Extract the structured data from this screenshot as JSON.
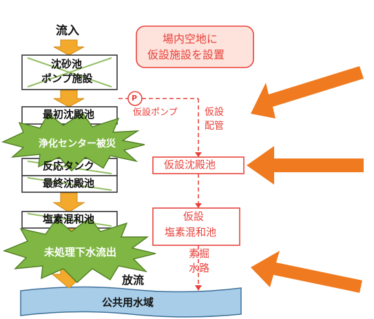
{
  "flow": {
    "inflow_label": "流入",
    "grit_chamber_line1": "沈砂池",
    "grit_chamber_line2": "ポンプ施設",
    "primary_sedimentation": "最初沈殿池",
    "reaction_tank": "反応タンク",
    "final_sedimentation": "最終沈殿池",
    "chlorine_mixing": "塩素混和池",
    "discharge_label": "放流",
    "public_water": "公共用水域"
  },
  "bursts": {
    "center_damaged": "浄化センター被災",
    "untreated_outflow": "未処理下水流出"
  },
  "temporary": {
    "callout_line1": "場内空地に",
    "callout_line2": "仮設施設を設置",
    "pump_marker": "P",
    "pump_label": "仮設ポンプ",
    "piping_line1": "仮設",
    "piping_line2": "配管",
    "sedimentation_box": "仮設沈殿池",
    "chlorine_line1": "仮設",
    "chlorine_line2": "塩素混和池",
    "channel_line1": "素掘",
    "channel_line2": "水路"
  },
  "colors": {
    "flow_arrow": "#f2a92c",
    "red_accent": "#e8413a",
    "callout_fill": "#fde3dc",
    "burst_fill": "#80b744",
    "pointer_arrow": "#f07a1f",
    "water_fill": "#a8cde8"
  }
}
